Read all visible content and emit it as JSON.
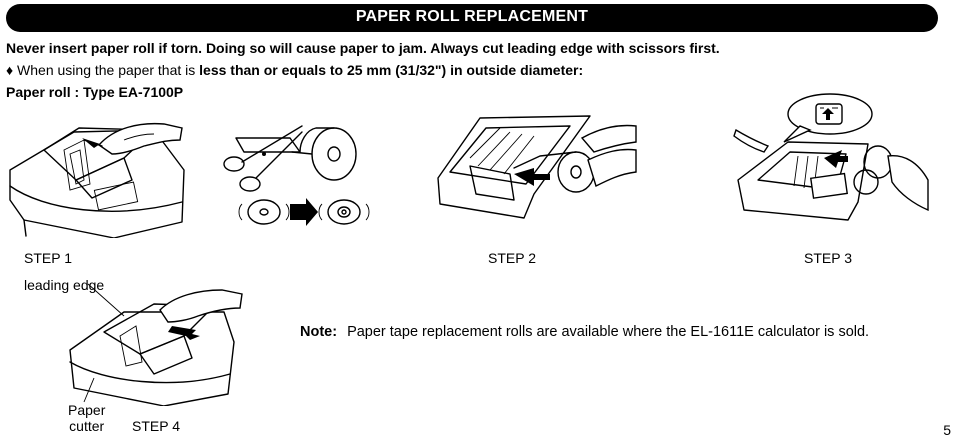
{
  "header": {
    "title": "PAPER ROLL REPLACEMENT"
  },
  "warning": "Never insert paper roll if torn. Doing so will cause paper to jam. Always cut leading edge with scissors first.",
  "condition": {
    "bullet": "♦",
    "prefix": "When using the paper that is ",
    "emphasis": "less than or equals to 25 mm (31/32\") in outside diameter:"
  },
  "paper_roll": "Paper roll : Type EA-7100P",
  "steps": {
    "step1": "STEP 1",
    "step2": "STEP 2",
    "step3": "STEP 3",
    "step4": "STEP 4"
  },
  "labels": {
    "leading_edge": "leading edge",
    "paper_cutter_line1": "Paper",
    "paper_cutter_line2": "cutter"
  },
  "note": {
    "label": "Note:",
    "text": "Paper tape replacement rolls are available where the EL-1611E calculator is sold."
  },
  "page_number": "5",
  "icons": [
    "scissors-icon",
    "paper-roll-icon",
    "arrow-right-icon",
    "paper-feed-key-icon",
    "hand-icon"
  ]
}
